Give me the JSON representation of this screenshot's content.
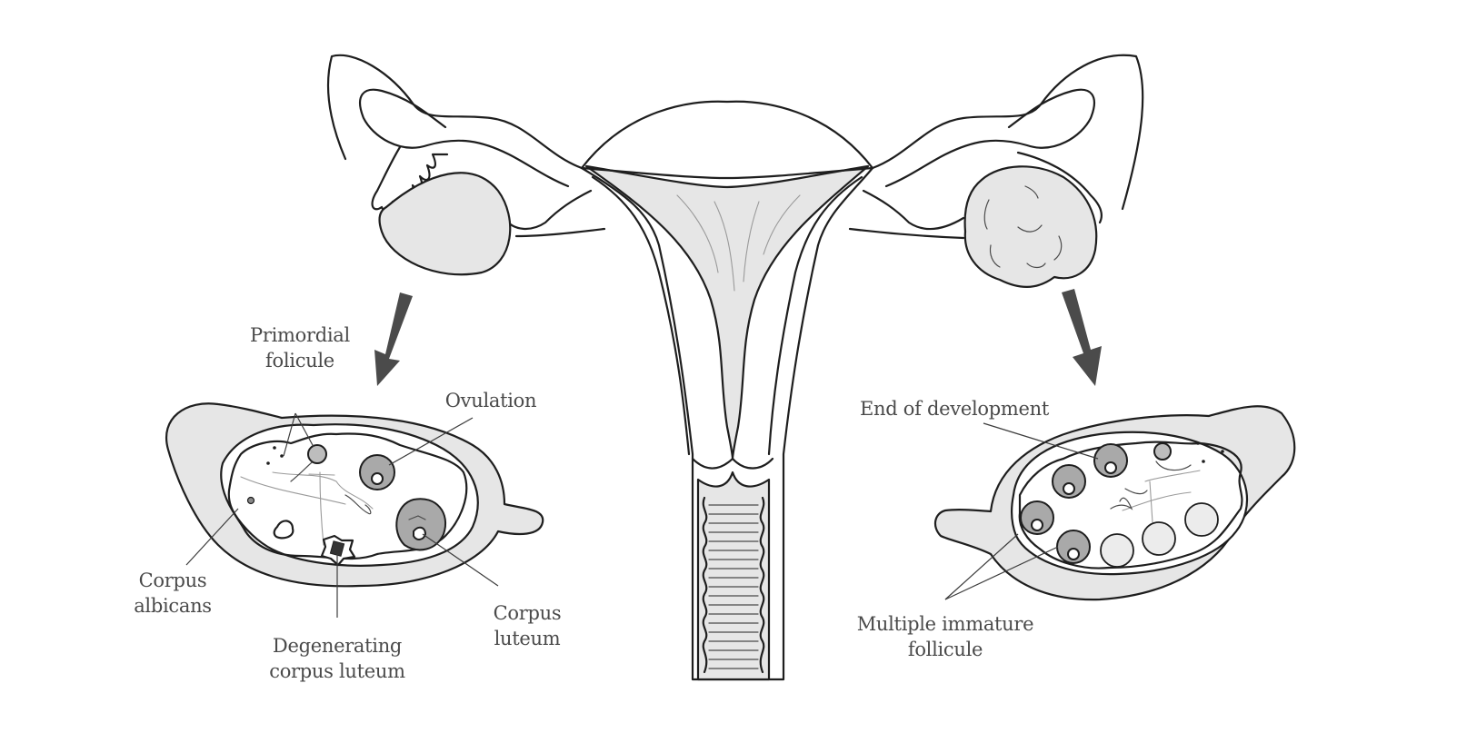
{
  "diagram": {
    "subject": "Female reproductive system with ovary cross-sections",
    "colors": {
      "outline": "#1e1e1e",
      "tissue_fill": "#e6e6e6",
      "follicle_fill": "#a9a9a9",
      "arrow": "#4b4b4b",
      "label_text": "#4a4a4a",
      "background": "#ffffff"
    },
    "left_ovary": {
      "description": "Normal ovary cross-section",
      "labels": {
        "primordial_line1": "Primordial",
        "primordial_line2": "folicule",
        "ovulation": "Ovulation",
        "corpus_albicans_line1": "Corpus",
        "corpus_albicans_line2": "albicans",
        "degenerating_line1": "Degenerating",
        "degenerating_line2": "corpus luteum",
        "corpus_luteum_line1": "Corpus",
        "corpus_luteum_line2": "luteum"
      }
    },
    "right_ovary": {
      "description": "Polycystic ovary cross-section",
      "labels": {
        "end_of_development": "End of development",
        "multiple_line1": "Multiple immature",
        "multiple_line2": "follicule"
      }
    }
  }
}
